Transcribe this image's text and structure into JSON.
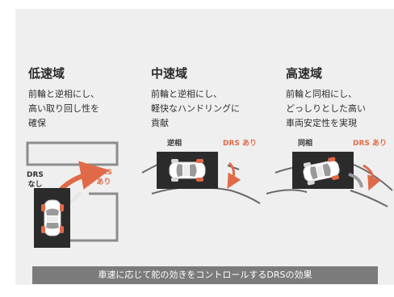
{
  "sections": [
    {
      "heading": "低速域",
      "lines": [
        "前輪と逆相にし、",
        "高い取り回し性を",
        "確保"
      ],
      "label_normal": [
        "DRS",
        "なし"
      ],
      "label_drs": [
        "DRS",
        "あり"
      ]
    },
    {
      "heading": "中速域",
      "lines": [
        "前輪と逆相にし、",
        "軽快なハンドリングに",
        "貢献"
      ],
      "label_normal": [
        "逆相"
      ],
      "label_drs": [
        "DRS あり"
      ]
    },
    {
      "heading": "高速域",
      "lines": [
        "前輪と同相にし、",
        "どっしりとした高い",
        "車両安定性を実現"
      ],
      "label_normal": [
        "同相"
      ],
      "label_drs": [
        "DRS あり"
      ]
    }
  ],
  "footer": "車速に応じて舵の効きをコントロールするDRSの効果",
  "colors": {
    "panel": "#efefef",
    "car_box": "#2b2b2b",
    "accent": "#e06a48",
    "footer": "#7b7b7b"
  }
}
